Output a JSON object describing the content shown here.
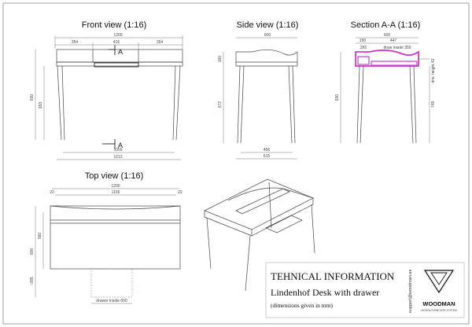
{
  "views": {
    "front": {
      "title": "Front view (1:16)",
      "dims": {
        "overall_top": "1200",
        "left_box": "354",
        "center_box": "416",
        "right_box": "354",
        "height_total": "830",
        "height_leg": "653",
        "leg_span": "1055",
        "base_width": "1213",
        "section_mark": "A"
      }
    },
    "side": {
      "title": "Side view (1:16)",
      "dims": {
        "depth_top": "600",
        "upper_height": "160",
        "leg_height": "672",
        "leg_inner": "456",
        "leg_outer": "615"
      }
    },
    "section": {
      "title": "Section A-A (1:16)",
      "dims": {
        "depth_top": "600",
        "left_depth": "150",
        "right_depth": "447",
        "shelf_height": "265",
        "drawer_inside": "draw inside 350",
        "drawer_height": "drw. height 42",
        "overall_height": "830",
        "leg_height": "749"
      }
    },
    "top": {
      "title": "Top view (1:16)",
      "dims": {
        "overall": "1200",
        "inner": "1156",
        "left_marker": "22",
        "right_marker": "22",
        "depth": "560",
        "overall_depth": "600",
        "drawer_offset": "~295",
        "drawer_inside": "drawer inside 600"
      }
    }
  },
  "info": {
    "heading": "TEHNICAL INFORMATION",
    "product": "Lindenhof Desk with drawer",
    "note": "(dimensions given in mm)",
    "contact": "support@woodman.ee",
    "brand": "WOODMAN",
    "tagline": "DESIGN FURNITURE SYSTEM"
  },
  "colors": {
    "section_highlight": "#cc3ccc",
    "line": "#444444",
    "frame": "#888888"
  }
}
